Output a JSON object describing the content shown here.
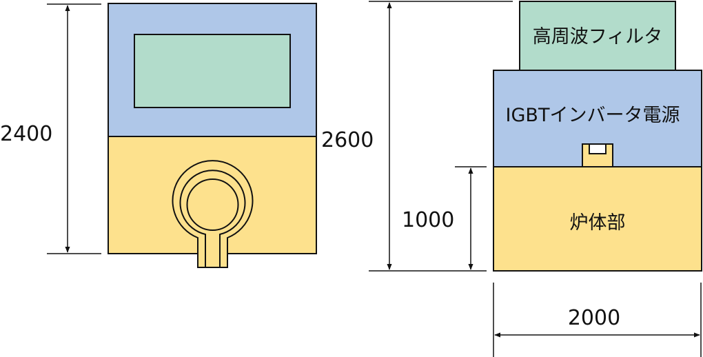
{
  "colors": {
    "blue": "#afc7e8",
    "green": "#b2dccb",
    "yellow": "#fde18d",
    "stroke": "#111111",
    "background": "#ffffff"
  },
  "front_view": {
    "height_dimension": "2400"
  },
  "side_view": {
    "filter_label": "高周波フィルタ",
    "inverter_label": "IGBTインバータ電源",
    "furnace_label": "炉体部",
    "total_height_dimension": "2600",
    "furnace_height_dimension": "1000",
    "width_dimension": "2000"
  }
}
